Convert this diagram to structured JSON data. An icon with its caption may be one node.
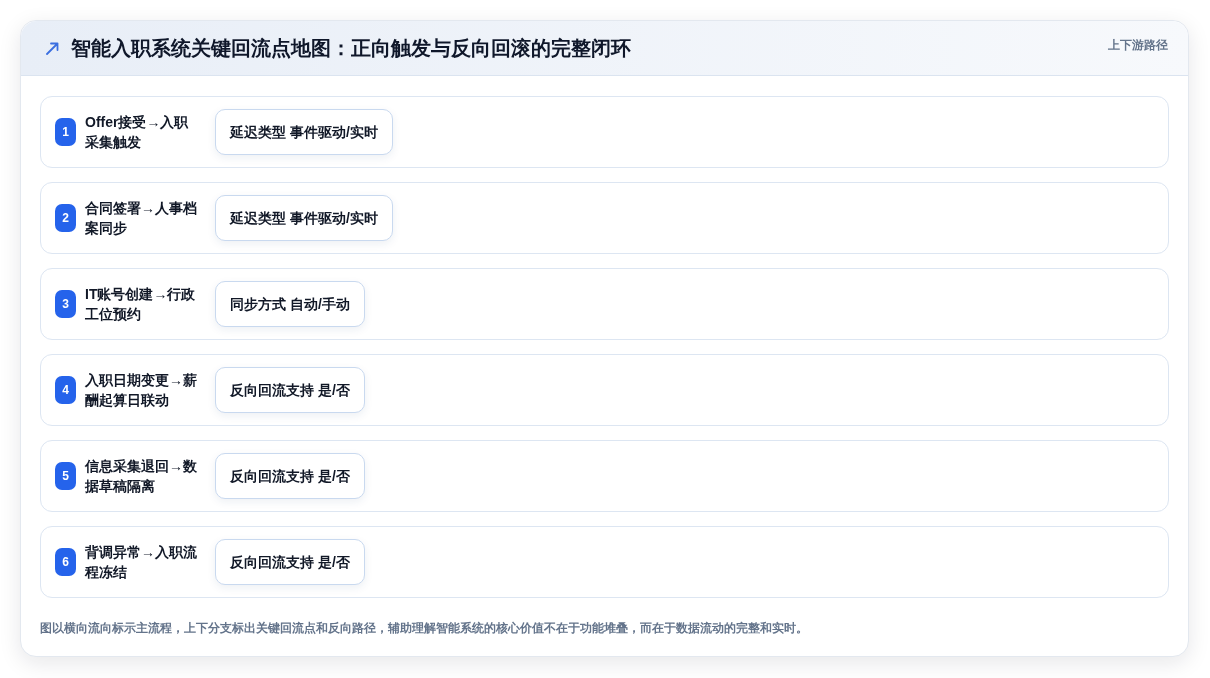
{
  "diagram": {
    "title": "智能入职系统关键回流点地图：正向触发与反向回滚的完整闭环",
    "caption": "图以横向流向标示主流程，上下分支标出关键回流点和反向路径，辅助理解智能系统的核心价值不在于功能堆叠，而在于数据流动的完整和实时。",
    "nodes": [
      {
        "text": [
          "Offer接受→入职采集触发"
        ]
      },
      {
        "text": [
          "1"
        ],
        "in": 0
      },
      {
        "text": [
          "延迟类型 事件驱动/实时"
        ],
        "in": 0
      },
      {
        "text": [
          "合同签署→人事档案同步"
        ]
      },
      {
        "text": [
          "2"
        ],
        "in": 3
      },
      {
        "text": [
          "延迟类型 事件驱动/实时"
        ],
        "in": 3
      },
      {
        "text": [
          "IT账号创建→行政工位预约"
        ]
      },
      {
        "text": [
          "3"
        ],
        "in": 6
      },
      {
        "text": [
          "同步方式 自动/手动"
        ],
        "in": 6
      },
      {
        "text": [
          "入职日期变更→薪酬起算日联动"
        ]
      },
      {
        "text": [
          "4"
        ],
        "in": 9
      },
      {
        "text": [
          "反向回流支持 是/否"
        ],
        "in": 9
      },
      {
        "text": [
          "信息采集退回→数据草稿隔离"
        ]
      },
      {
        "text": [
          "5"
        ],
        "in": 12
      },
      {
        "text": [
          "反向回流支持 是/否"
        ],
        "in": 12
      },
      {
        "text": [
          "背调异常→入职流程冻结"
        ]
      },
      {
        "text": [
          "6"
        ],
        "in": 15
      },
      {
        "text": [
          "反向回流支持 是/否"
        ],
        "in": 15
      }
    ],
    "labels": [
      "上下游路径"
    ]
  }
}
